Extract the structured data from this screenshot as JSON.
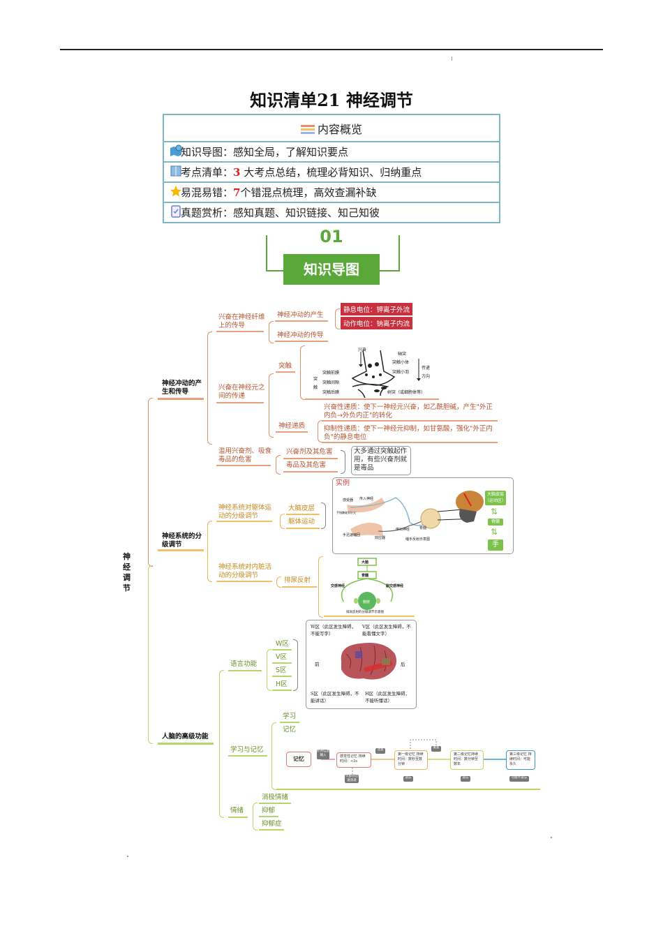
{
  "header": {
    "title": "知识清单21 神经调节"
  },
  "overview": {
    "heading": "内容概览",
    "rows": [
      {
        "icon": "map-icon",
        "label": "知识导图",
        "sep": "：",
        "num": "",
        "text": "感知全局，了解知识要点"
      },
      {
        "icon": "book-icon",
        "label": "考点清单",
        "sep": "：",
        "num": "3",
        "text": "大考点总结，梳理必背知识、归纳重点"
      },
      {
        "icon": "star-icon",
        "label": "易混易错",
        "sep": "：",
        "num": "7",
        "text": "个错混点梳理，高效查漏补缺"
      },
      {
        "icon": "checklist-icon",
        "label": "真题赏析",
        "sep": "：",
        "num": "",
        "text": "感知真题、知识链接、知己知彼"
      }
    ]
  },
  "section": {
    "number": "01",
    "label": "知识导图"
  },
  "mindmap": {
    "root": "神经调节",
    "branches": {
      "b1": {
        "title": "神经冲动的产生和传导",
        "fiber": {
          "title": "兴奋在神经纤维上的传导",
          "gen": "神经冲动的产生",
          "cond": "神经冲动的传导",
          "resting": "静息电位：钾离子外流",
          "action": "动作电位：钠离子内流"
        },
        "between": {
          "title": "兴奋在神经元之间的传递",
          "synapse": "突触",
          "transmitter": "神经递质",
          "excit": "兴奋性递质：使下一神经元兴奋，如乙酰胆碱，产生\"外正内负→外负内正\"的转化",
          "inhib": "抑制性递质：使下一神经元抑制，如甘氨酸，强化\"外正内负\"的静息电位",
          "diagram": {
            "excite": "兴奋",
            "axon": "轴突",
            "body": "突触小体",
            "vesicle": "突触小泡",
            "direction": "传递方向",
            "synapse": "突触",
            "pre": "突触前膜",
            "cleft": "突触间隙",
            "post": "突触后膜",
            "dendrite": "树突（或细胞体等）"
          }
        },
        "drugs": {
          "title": "滥用兴奋剂、吸食毒品的危害",
          "stim": "兴奋剂及其危害",
          "drug": "毒品及其危害",
          "note": "大多通过突触起作用，有些兴奋剂就是毒品"
        }
      },
      "b2": {
        "title": "神经系统的分级调节",
        "body": {
          "title": "神经系统对躯体运动的分级调节",
          "cortex": "大脑皮层",
          "movement": "躯体运动",
          "example": {
            "label": "实例",
            "receptor": "感受器",
            "afferent": "传入神经",
            "stimulus": "手指触碰到针尖",
            "effector_note": "手迅速缩回",
            "efferent": "传出神经",
            "muscle": "效应器",
            "spinal": "脊髓",
            "caption": "缩手反射示意图",
            "flow": [
              "大脑皮层（运动区）",
              "脊髓",
              "手"
            ]
          }
        },
        "visceral": {
          "title": "神经系统对内脏活动的分级调节",
          "reflex": "排尿反射",
          "diagram": {
            "brain": "大脑",
            "spinal": "脊髓",
            "symp": "交感神经",
            "parasymp": "副交感神经",
            "bladder": "膀胱",
            "caption": "排尿反射的分级调节示意图"
          }
        }
      },
      "b3": {
        "title": "人脑的高级功能",
        "language": {
          "title": "语言功能",
          "areas": [
            "W区",
            "V区",
            "S区",
            "H区"
          ],
          "brain": {
            "w": "W区（此区发生障碍，不能写字）",
            "v": "V区（此区发生障碍，不能看懂文字）",
            "s": "S区（此区发生障碍，不能讲话）",
            "h": "H区（此区发生障碍，不能听懂话）",
            "front": "前",
            "back": "后"
          }
        },
        "learning": {
          "title": "学习与记忆",
          "learn": "学习",
          "memory": "记忆",
          "flow": {
            "memory": "记忆",
            "input": "外界信息输入",
            "sensory": "感觉性记忆 持续时间：<1s",
            "attend": "注意",
            "forget1": "大部分迅速消退",
            "first": "第一级记忆 持续时间：数秒至数分钟",
            "repeat": "重复",
            "forget2": "遗忘",
            "second": "第二级记忆持续时间：数分钟至数年",
            "forget3": "遗忘",
            "third": "第三级记忆 持续时间：可能永久",
            "forget4": "可能不遗忘"
          }
        },
        "emotion": {
          "title": "情绪",
          "items": [
            "消极情绪",
            "抑郁",
            "抑郁症"
          ]
        }
      }
    }
  }
}
